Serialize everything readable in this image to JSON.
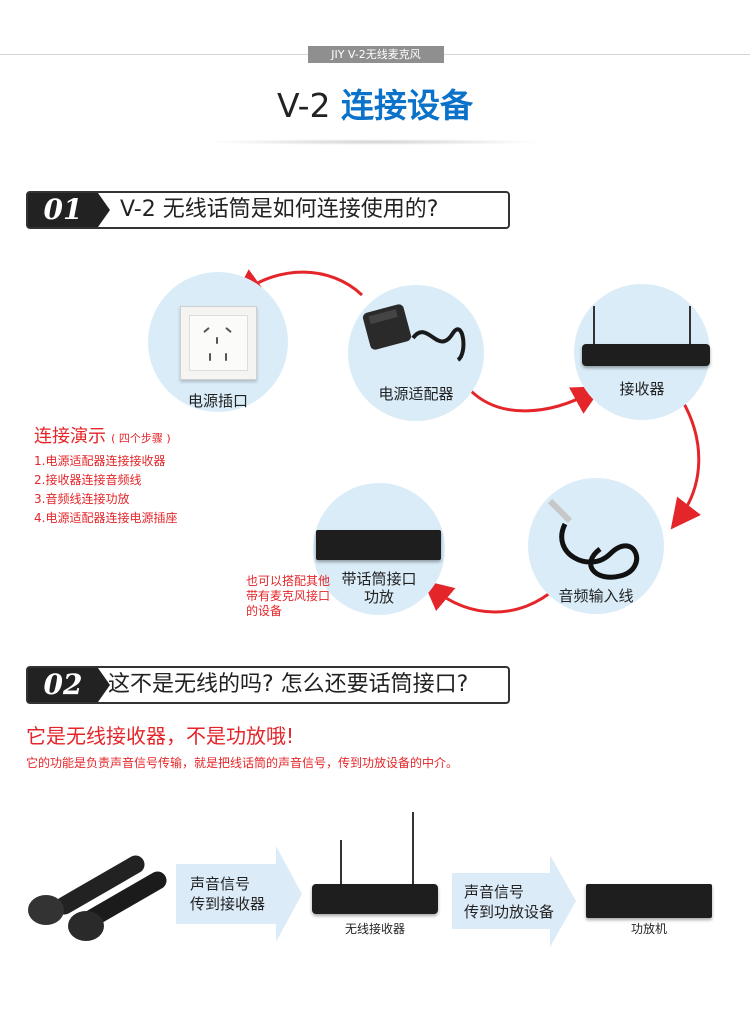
{
  "header": {
    "tag": "JIY V-2无线麦克风",
    "title_prefix": "V-2 ",
    "title_highlight": "连接设备"
  },
  "section1": {
    "num": "01",
    "title": "V-2 无线话筒是如何连接使用的?",
    "nodes": {
      "socket": "电源插口",
      "adapter": "电源适配器",
      "receiver": "接收器",
      "cable": "音频输入线",
      "amp_line1": "带话筒接口",
      "amp_line2": "功放"
    },
    "demo_title": "连接演示",
    "demo_sub": "( 四个步骤 )",
    "steps": [
      "1.电源适配器连接接收器",
      "2.接收器连接音频线",
      "3.音频线连接功放",
      "4.电源适配器连接电源插座"
    ],
    "note_lines": [
      "也可以搭配其他",
      "带有麦克风接口",
      "的设备"
    ]
  },
  "section2": {
    "num": "02",
    "title": "这不是无线的吗? 怎么还要话筒接口?",
    "headline": "它是无线接收器，不是功放哦!",
    "desc": "它的功能是负责声音信号传输，就是把线话筒的声音信号，传到功放设备的中介。",
    "arrow1_line1": "声音信号",
    "arrow1_line2": "传到接收器",
    "arrow2_line1": "声音信号",
    "arrow2_line2": "传到功放设备",
    "receiver_label": "无线接收器",
    "amp_label": "功放机"
  },
  "colors": {
    "accent_blue": "#0a72c8",
    "accent_red": "#e4262a",
    "bubble": "#d9ecf8"
  }
}
